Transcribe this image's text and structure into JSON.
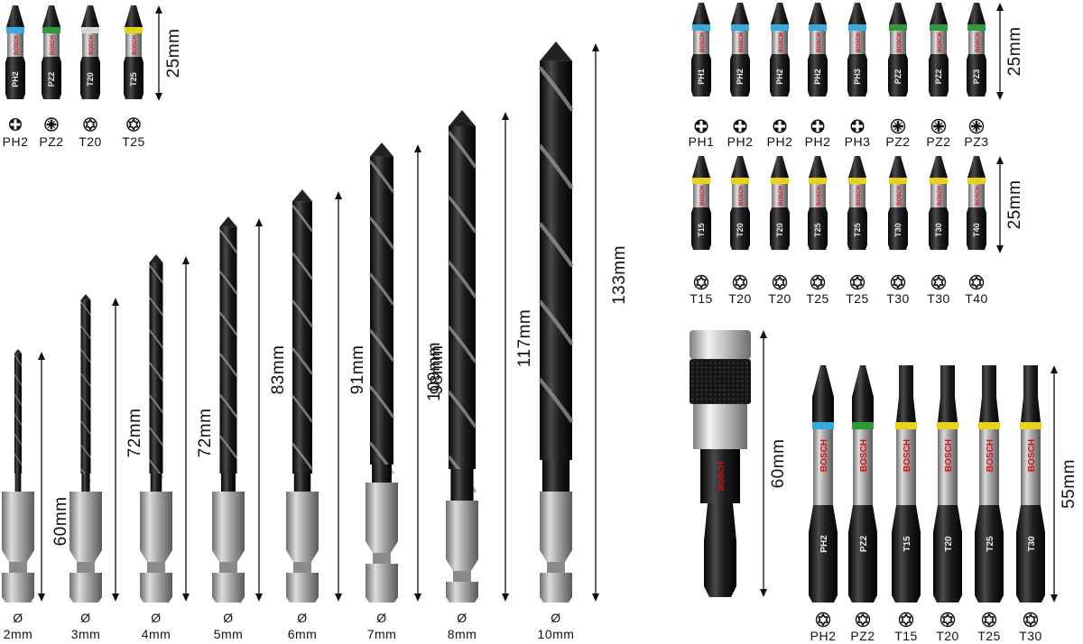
{
  "brand": "BOSCH",
  "diameter_symbol": "Ø",
  "top_left_set": {
    "dimension": "25mm",
    "bits": [
      {
        "label": "PH2",
        "code": "PH2",
        "band": "#38a9dc",
        "icon": "phillips-icon"
      },
      {
        "label": "PZ2",
        "code": "PZ2",
        "band": "#2f9a3c",
        "icon": "pozidriv-icon"
      },
      {
        "label": "T20",
        "code": "T20",
        "band": "#d6d6d6",
        "icon": "torx-icon"
      },
      {
        "label": "T25",
        "code": "T25",
        "band": "#e9d21c",
        "icon": "torx-icon"
      }
    ]
  },
  "drills": {
    "items": [
      {
        "size": "2mm",
        "length": "60mm"
      },
      {
        "size": "3mm",
        "length": "72mm"
      },
      {
        "size": "4mm",
        "length": "72mm"
      },
      {
        "size": "5mm",
        "length": "83mm"
      },
      {
        "size": "6mm",
        "length": "91mm"
      },
      {
        "size": "7mm",
        "length": "98mm"
      },
      {
        "size": "8mm",
        "length": "109mm"
      },
      {
        "size": "10mm",
        "length": "133mm"
      }
    ],
    "extra_length_label": "117mm"
  },
  "right_row1": {
    "dimension": "25mm",
    "bits": [
      {
        "label": "PH1",
        "code": "PH1",
        "band": "#38a9dc",
        "icon": "phillips-icon"
      },
      {
        "label": "PH2",
        "code": "PH2",
        "band": "#38a9dc",
        "icon": "phillips-icon"
      },
      {
        "label": "PH2",
        "code": "PH2",
        "band": "#38a9dc",
        "icon": "phillips-icon"
      },
      {
        "label": "PH2",
        "code": "PH2",
        "band": "#38a9dc",
        "icon": "phillips-icon"
      },
      {
        "label": "PH3",
        "code": "PH3",
        "band": "#38a9dc",
        "icon": "phillips-icon"
      },
      {
        "label": "PZ2",
        "code": "PZ2",
        "band": "#2f9a3c",
        "icon": "pozidriv-icon"
      },
      {
        "label": "PZ2",
        "code": "PZ2",
        "band": "#2f9a3c",
        "icon": "pozidriv-icon"
      },
      {
        "label": "PZ3",
        "code": "PZ3",
        "band": "#2f9a3c",
        "icon": "pozidriv-icon"
      }
    ]
  },
  "right_row2": {
    "dimension": "25mm",
    "bits": [
      {
        "label": "T15",
        "code": "T15",
        "band": "#e9d21c",
        "icon": "torx-icon"
      },
      {
        "label": "T20",
        "code": "T20",
        "band": "#e9d21c",
        "icon": "torx-icon"
      },
      {
        "label": "T20",
        "code": "T20",
        "band": "#e9d21c",
        "icon": "torx-icon"
      },
      {
        "label": "T25",
        "code": "T25",
        "band": "#e9d21c",
        "icon": "torx-icon"
      },
      {
        "label": "T25",
        "code": "T25",
        "band": "#e9d21c",
        "icon": "torx-icon"
      },
      {
        "label": "T30",
        "code": "T30",
        "band": "#e9d21c",
        "icon": "torx-icon"
      },
      {
        "label": "T30",
        "code": "T30",
        "band": "#e9d21c",
        "icon": "torx-icon"
      },
      {
        "label": "T40",
        "code": "T40",
        "band": "#e9d21c",
        "icon": "torx-icon"
      }
    ]
  },
  "holder": {
    "dimension": "60mm",
    "brand": "BOSCH"
  },
  "long_bits": {
    "dimension": "55mm",
    "bits": [
      {
        "label": "PH2",
        "code": "PH2",
        "band": "#38a9dc",
        "icon": "torx-icon",
        "tip": "phillips"
      },
      {
        "label": "PZ2",
        "code": "PZ2",
        "band": "#2f9a3c",
        "icon": "torx-icon",
        "tip": "phillips"
      },
      {
        "label": "T15",
        "code": "T15",
        "band": "#e9d21c",
        "icon": "torx-icon",
        "tip": "torx"
      },
      {
        "label": "T20",
        "code": "T20",
        "band": "#e9d21c",
        "icon": "torx-icon",
        "tip": "torx"
      },
      {
        "label": "T25",
        "code": "T25",
        "band": "#e9d21c",
        "icon": "torx-icon",
        "tip": "torx"
      },
      {
        "label": "T30",
        "code": "T30",
        "band": "#e9d21c",
        "icon": "torx-icon",
        "tip": "torx"
      }
    ]
  }
}
